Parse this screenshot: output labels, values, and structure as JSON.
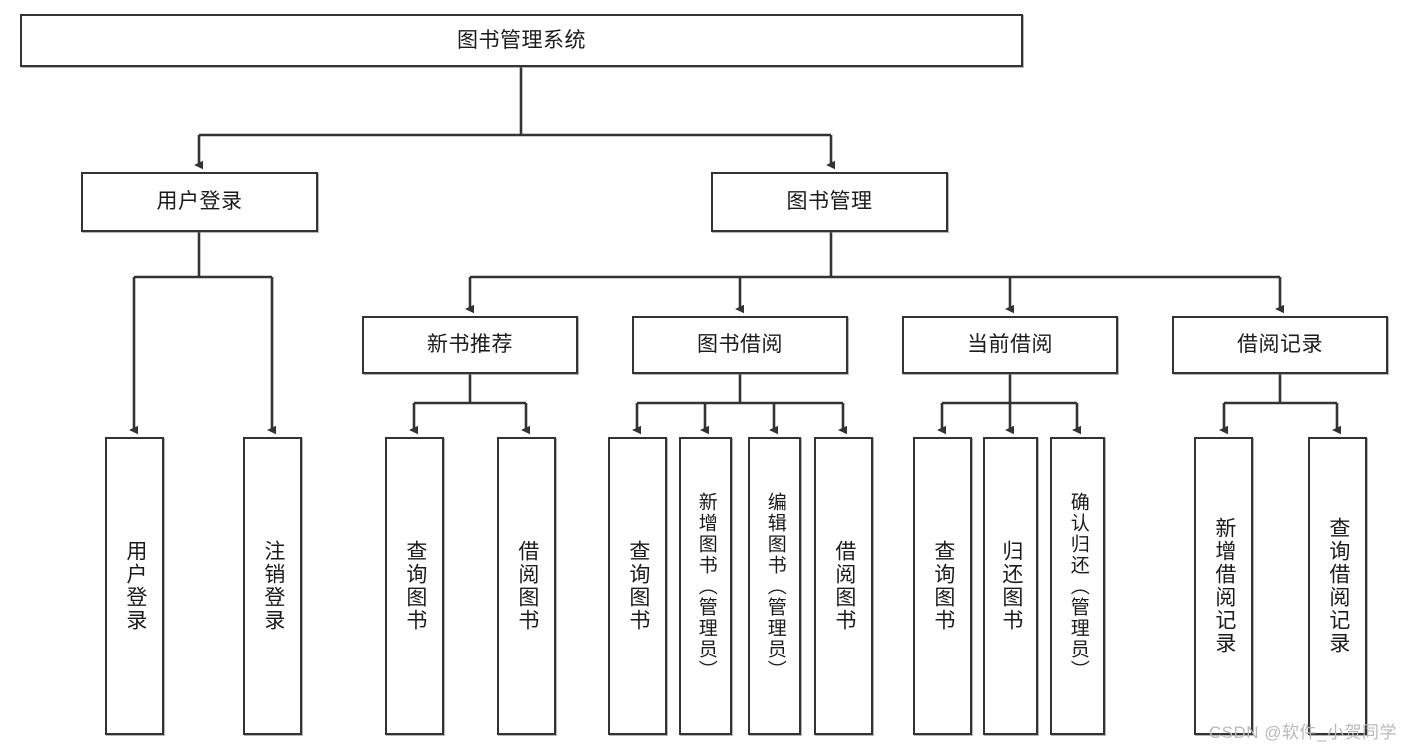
{
  "diagram": {
    "title": "图书管理系统",
    "type": "hierarchy-tree",
    "orientation": "top-down",
    "line_color": "#333333",
    "box_fill": "#ffffff",
    "box_stroke": "#333333",
    "text_color": "#1b1b1b"
  },
  "root": {
    "label": "图书管理系统",
    "level": 0
  },
  "level2": [
    {
      "label": "用户登录"
    },
    {
      "label": "图书管理"
    }
  ],
  "level3": [
    {
      "label": "新书推荐"
    },
    {
      "label": "图书借阅"
    },
    {
      "label": "当前借阅"
    },
    {
      "label": "借阅记录"
    }
  ],
  "leaves": {
    "user_login": [
      {
        "label": "用户登录"
      },
      {
        "label": "注销登录"
      }
    ],
    "new_book_recommend": [
      {
        "label": "查询图书"
      },
      {
        "label": "借阅图书"
      }
    ],
    "book_borrow": [
      {
        "label": "查询图书"
      },
      {
        "label": "新增图书（管理员）"
      },
      {
        "label": "编辑图书（管理员）"
      },
      {
        "label": "借阅图书"
      }
    ],
    "current_borrow": [
      {
        "label": "查询图书"
      },
      {
        "label": "归还图书"
      },
      {
        "label": "确认归还（管理员）"
      }
    ],
    "borrow_record": [
      {
        "label": "新增借阅记录"
      },
      {
        "label": "查询借阅记录"
      }
    ]
  },
  "watermark": {
    "text": "CSDN @软件_小贺同学"
  }
}
